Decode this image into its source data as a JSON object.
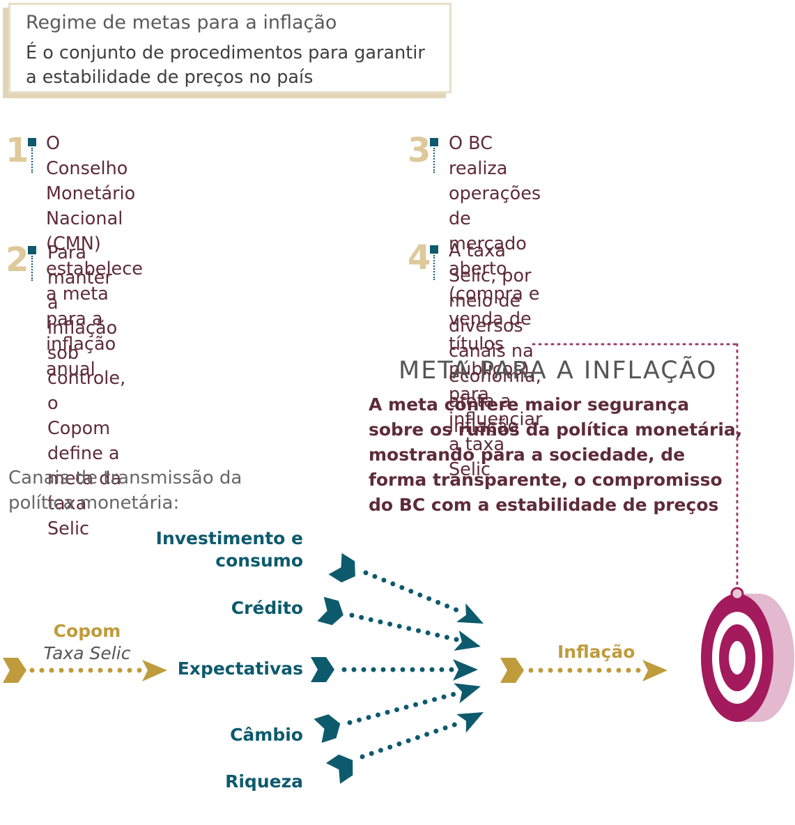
{
  "intro": {
    "title": "Regime de metas para a inflação",
    "body": "É o conjunto de procedimentos para garantir\na estabilidade de preços no país"
  },
  "steps": [
    {
      "number": "1",
      "text": "O Conselho Monetário Nacional\n(CMN) estabelece a meta para a\ninflação anual"
    },
    {
      "number": "2",
      "text": "Para manter a inflação sob\ncontrole, o Copom define a\nmeta da taxa Selic"
    },
    {
      "number": "3",
      "text": "O BC realiza operações de mercado\naberto (compra e venda de títulos\npúblicos) para influenciar a taxa Selic"
    },
    {
      "number": "4",
      "text": "A taxa Selic, por meio de diversos\ncanais na economia, afeta a inflação"
    }
  ],
  "meta": {
    "heading": "META PARA A INFLAÇÃO",
    "body": "A meta confere maior segurança\nsobre os rumos da política monetária,\nmostrando para a sociedade, de\nforma transparente, o compromisso\ndo BC com a estabilidade de preços"
  },
  "channels": {
    "title": "Canais de transmissão da\npolítica monetária:",
    "items": [
      "Investimento e\nconsumo",
      "Crédito",
      "Expectativas",
      "Câmbio",
      "Riqueza"
    ]
  },
  "flow": {
    "source_label": "Copom",
    "source_sublabel": "Taxa Selic",
    "target_label": "Inflação"
  },
  "colors": {
    "teal": "#0d5a6d",
    "gold": "#bf9b3c",
    "light_gold": "#ddc99a",
    "maroon_text": "#5e2b3a",
    "target_magenta": "#a31a5d",
    "target_pink": "#e2b9ce",
    "dotted_line": "#9c3a6a"
  },
  "icons": {
    "target": "target-icon",
    "arrow": "arrow-icon",
    "fletching": "fletching-icon"
  }
}
